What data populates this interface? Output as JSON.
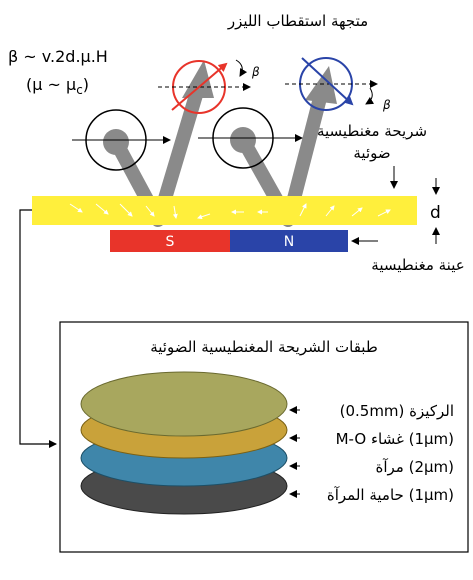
{
  "labels": {
    "laser_polarization": "متجهة استقطاب الليزر",
    "formula_line1": "β ~ v.2d.μ.H",
    "formula_line2": "(μ ~ μ",
    "formula_sub": "c",
    "formula_close": ")",
    "beta_left": "β",
    "beta_right": "β",
    "film_line1": "شريحة مغنطيسية",
    "film_line2": "ضوئية",
    "thickness": "d",
    "pole_s": "S",
    "pole_n": "N",
    "magnetic_sample": "عينة مغنطيسية"
  },
  "layers_panel": {
    "title": "طبقات الشريحة المغنطيسية الضوئية",
    "layers": [
      {
        "label": "(0.5mm) الركيزة",
        "color": "#a8a75e"
      },
      {
        "label": "M-O غشاء (1μm)",
        "color": "#c9a23a"
      },
      {
        "label": "مرآة (2μm)",
        "color": "#3f86aa"
      },
      {
        "label": "حامية المرآة (1μm)",
        "color": "#4a4a4a"
      }
    ]
  },
  "colors": {
    "film": "#ffef3c",
    "pole_s": "#e8342a",
    "pole_n": "#2a44a8",
    "beam": "#8a8a8a",
    "polarization_red": "#e8342a",
    "polarization_blue": "#2a44a8"
  }
}
